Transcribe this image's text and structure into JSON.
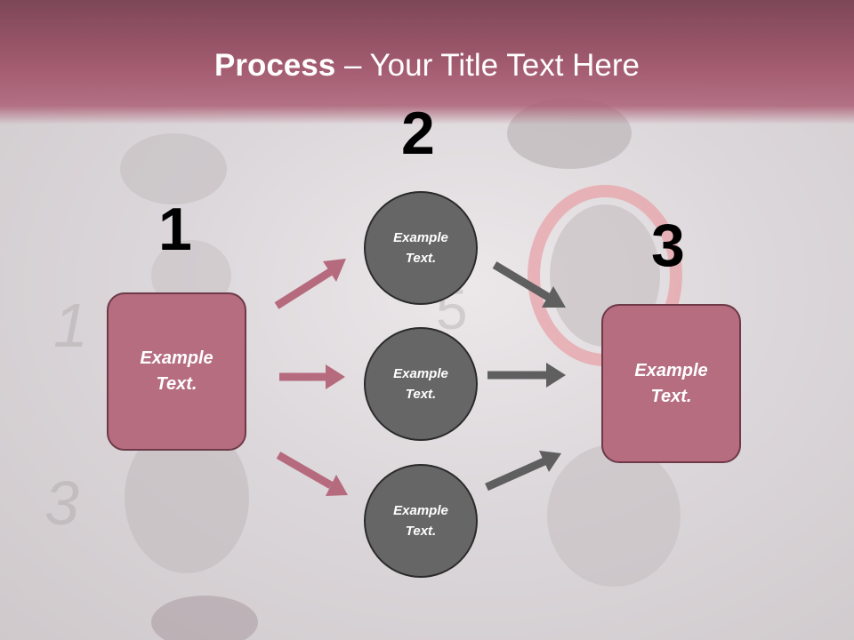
{
  "title": {
    "bold": "Process",
    "rest": " – Your Title Text Here"
  },
  "steps": {
    "num1": "1",
    "num2": "2",
    "num3": "3"
  },
  "left_box": {
    "line1": "Example",
    "line2": "Text."
  },
  "right_box": {
    "line1": "Example",
    "line2": "Text."
  },
  "circles": [
    {
      "line1": "Example",
      "line2": "Text."
    },
    {
      "line1": "Example",
      "line2": "Text."
    },
    {
      "line1": "Example",
      "line2": "Text."
    }
  ],
  "colors": {
    "header": "#a45c70",
    "box_fill": "#b56d7f",
    "box_border": "#6e3a49",
    "circle_fill": "#666666",
    "arrow_pink": "#b66a7e",
    "arrow_gray": "#5f5f5f"
  }
}
